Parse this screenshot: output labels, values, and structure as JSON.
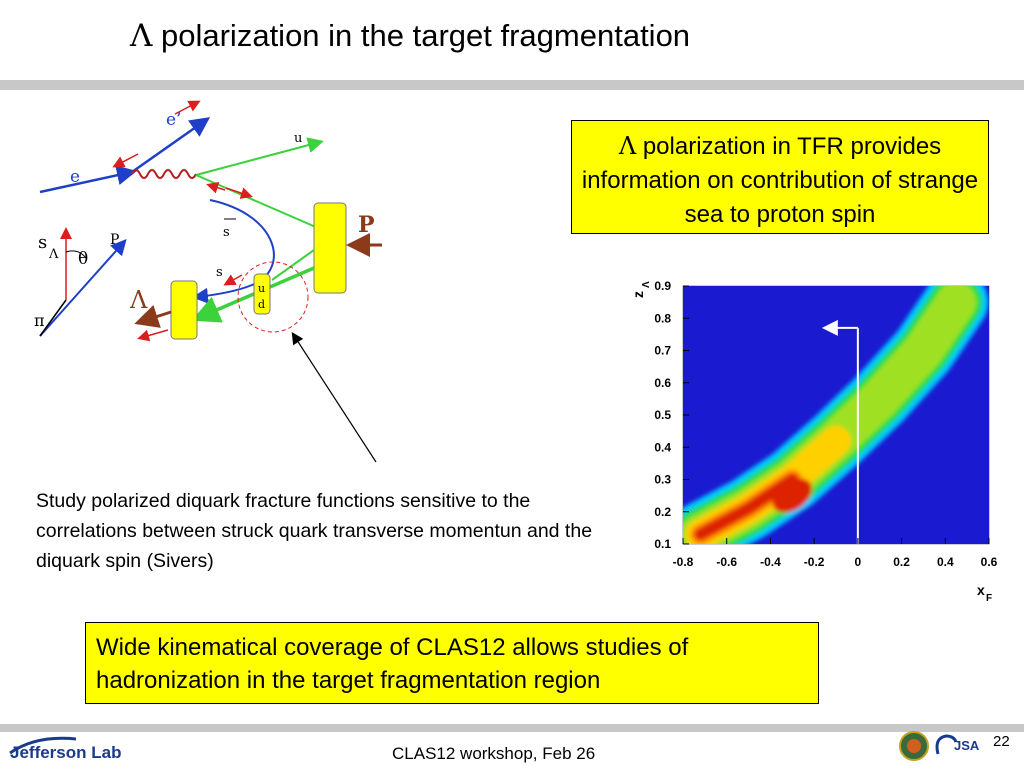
{
  "slide": {
    "title_symbol": "Λ",
    "title_text": " polarization in the target fragmentation",
    "box1_symbol": "Λ",
    "box1_text": " polarization in TFR provides information on contribution of strange sea to proton spin",
    "study_text": "Study polarized diquark fracture functions sensitive to the correlations between struck quark transverse momentun and the diquark spin (Sivers)",
    "box2_text": "Wide kinematical coverage of CLAS12 allows studies of hadronization in the target fragmentation region",
    "footer_text": "CLAS12 workshop,  Feb 26",
    "page_number": "22",
    "logo_text": "Jefferson Lab",
    "logo_jsa": "JSA"
  },
  "diagram": {
    "labels": {
      "e_prime": "e’",
      "e": "e",
      "u": "u",
      "sbar": "s",
      "s": "s",
      "u_small": "u",
      "d_small": "d",
      "P": "P",
      "Lambda": "Λ",
      "s_lambda_s": "s",
      "s_lambda_sub": "Λ",
      "theta": "θ",
      "p_small": "P",
      "pi": "π"
    },
    "colors": {
      "blue": "#1e40c8",
      "green": "#3cd23c",
      "red": "#dc1e1e",
      "yellow": "#ffff00",
      "brown": "#8b3a1a"
    }
  },
  "chart_data": {
    "type": "heatmap",
    "title": "",
    "xlabel": "x",
    "xlabel_sub": "F",
    "ylabel": "z",
    "ylabel_sub": "Λ",
    "xlim": [
      -0.8,
      0.6
    ],
    "ylim": [
      0.1,
      0.9
    ],
    "x_ticks": [
      "-0.8",
      "-0.6",
      "-0.4",
      "-0.2",
      "0",
      "0.2",
      "0.4",
      "0.6"
    ],
    "y_ticks": [
      "0.1",
      "0.2",
      "0.3",
      "0.4",
      "0.5",
      "0.6",
      "0.7",
      "0.8",
      "0.9"
    ],
    "band_center": [
      [
        -0.72,
        0.13
      ],
      [
        -0.5,
        0.21
      ],
      [
        -0.3,
        0.3
      ],
      [
        -0.1,
        0.42
      ],
      [
        0.1,
        0.55
      ],
      [
        0.3,
        0.7
      ],
      [
        0.45,
        0.85
      ]
    ],
    "peak": [
      -0.3,
      0.25
    ],
    "marker_line_x": 0,
    "marker_line_top": 0.77,
    "colors": {
      "background": "#1a1ad0",
      "level1": "#00c8ff",
      "level2": "#22dd44",
      "level3": "#a0e020",
      "level4": "#ffd000",
      "level5": "#ff8800",
      "level6": "#dd2200"
    }
  }
}
